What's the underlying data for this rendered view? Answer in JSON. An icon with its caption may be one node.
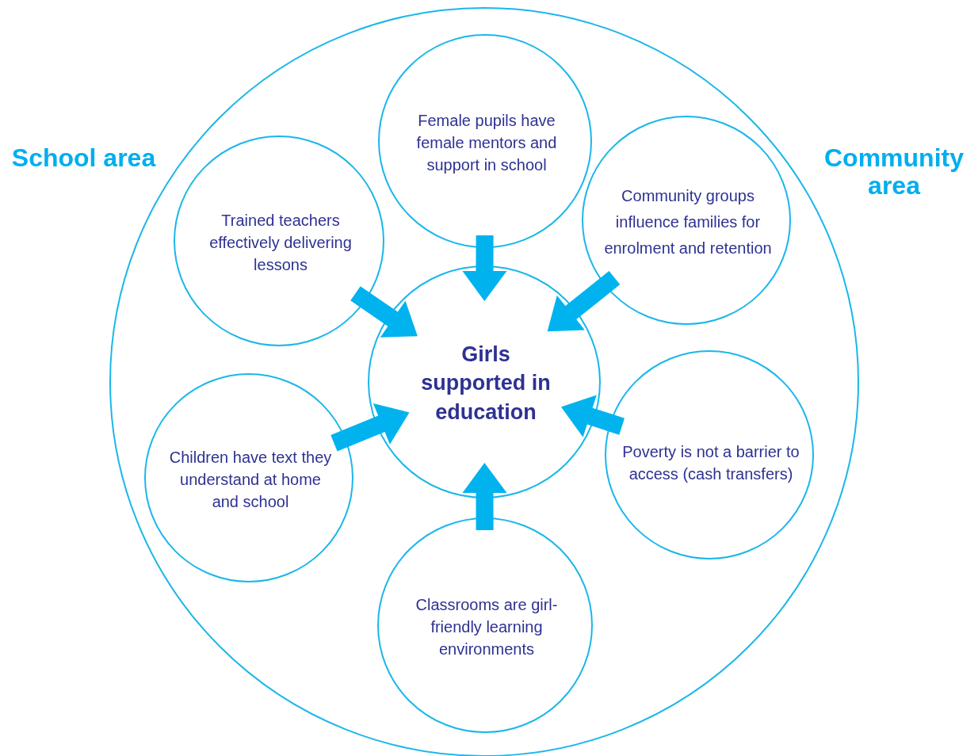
{
  "diagram": {
    "nodes": [
      {
        "text": [],
        "shape": "circle"
      },
      {
        "text": [
          "Female pupils have female mentors and support in school"
        ],
        "in": 0
      },
      {
        "text": [
          "Trained teachers effectively delivering lessons"
        ],
        "in": 0
      },
      {
        "text": [
          "Community groups influence families for enrolment and retention"
        ],
        "in": 0
      },
      {
        "text": [
          "Girls supported in education"
        ],
        "in": 0
      },
      {
        "text": [
          "Children have text they understand at home and school"
        ],
        "in": 0
      },
      {
        "text": [
          "Poverty is not a barrier to access (cash transfers)"
        ],
        "in": 0
      },
      {
        "text": [
          "Classrooms are girl-friendly learning environments"
        ],
        "in": 0
      }
    ],
    "edges": [
      {
        "from": 1,
        "to": 4,
        "arrow": "to",
        "style": "thick"
      },
      {
        "from": 2,
        "to": 4,
        "arrow": "to",
        "style": "thick"
      },
      {
        "from": 3,
        "to": 4,
        "arrow": "to",
        "style": "thick"
      },
      {
        "from": 5,
        "to": 4,
        "arrow": "to",
        "style": "thick"
      },
      {
        "from": 6,
        "to": 4,
        "arrow": "to",
        "style": "thick"
      },
      {
        "from": 7,
        "to": 4,
        "arrow": "to",
        "style": "thick"
      }
    ],
    "labels": [
      "School area",
      "Community area"
    ]
  }
}
